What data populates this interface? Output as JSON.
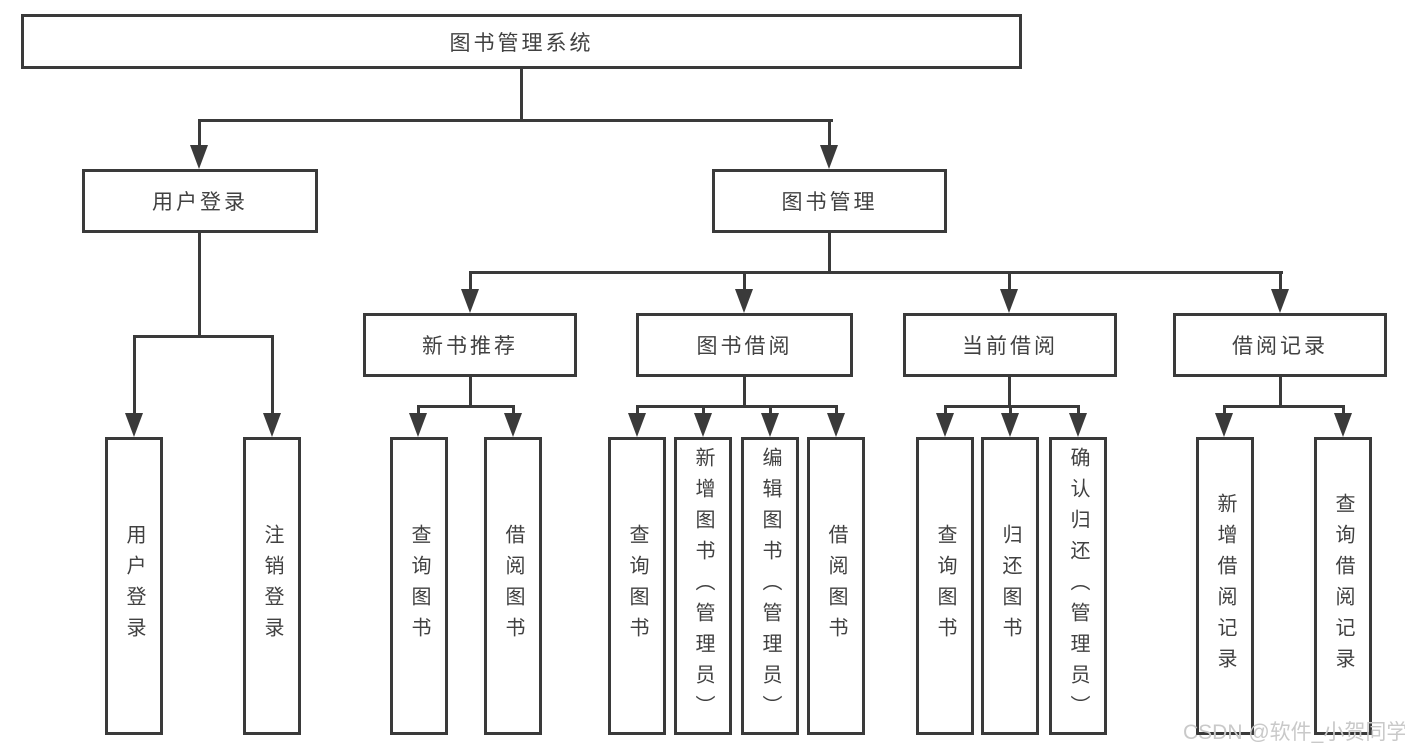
{
  "diagram": {
    "root": {
      "label": "图书管理系统"
    },
    "branches": [
      {
        "label": "用户登录",
        "leaves": [
          "用户登录",
          "注销登录"
        ]
      },
      {
        "label": "图书管理",
        "children": [
          {
            "label": "新书推荐",
            "leaves": [
              "查询图书",
              "借阅图书"
            ]
          },
          {
            "label": "图书借阅",
            "leaves": [
              "查询图书",
              "新增图书（管理员）",
              "编辑图书（管理员）",
              "借阅图书"
            ]
          },
          {
            "label": "当前借阅",
            "leaves": [
              "查询图书",
              "归还图书",
              "确认归还（管理员）"
            ]
          },
          {
            "label": "借阅记录",
            "leaves": [
              "新增借阅记录",
              "查询借阅记录"
            ]
          }
        ]
      }
    ]
  },
  "watermark": {
    "text": "CSDN @软件_小贺同学"
  },
  "colors": {
    "line": "#3a3a3a",
    "text": "#414141",
    "background": "#ffffff",
    "watermark": "#c9c9c9"
  }
}
